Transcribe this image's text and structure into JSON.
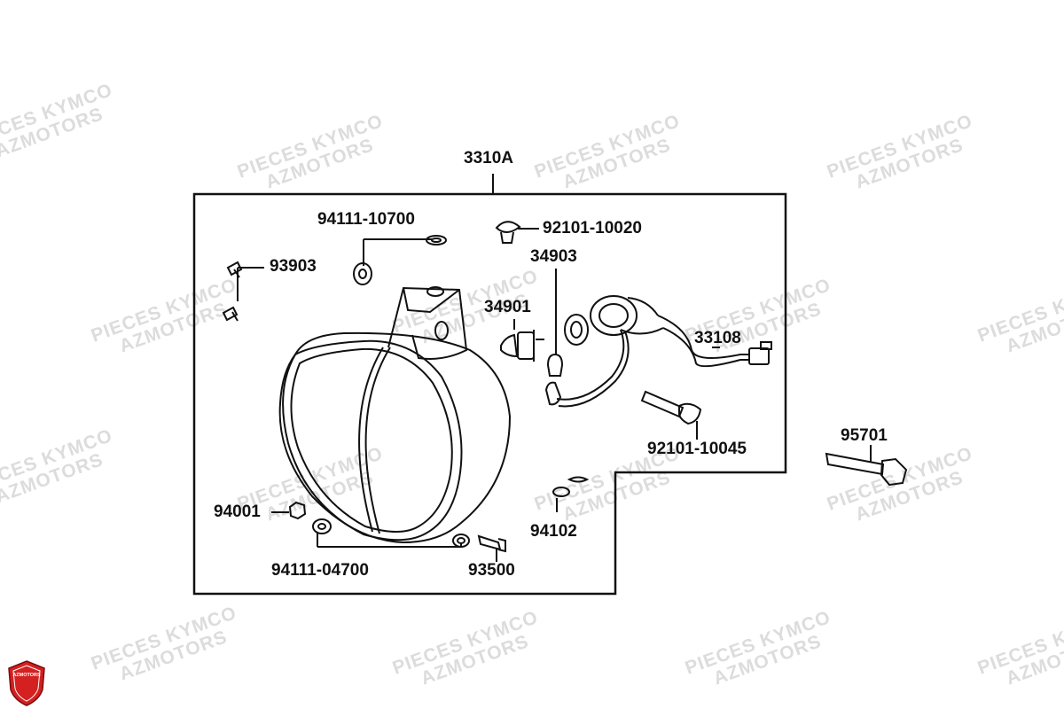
{
  "watermark": {
    "line1": "PIECES KYMCO",
    "line2": "AZMOTORS"
  },
  "logo": {
    "text": "AZMOTORS",
    "color": "#d42020"
  },
  "assembly_label": "3310A",
  "parts": {
    "p94111_10700": "94111-10700",
    "p92101_10020": "92101-10020",
    "p93903": "93903",
    "p34903": "34903",
    "p34901": "34901",
    "p33108": "33108",
    "p92101_10045": "92101-10045",
    "p95701": "95701",
    "p94001": "94001",
    "p94102": "94102",
    "p94111_04700": "94111-04700",
    "p93500": "93500"
  },
  "colors": {
    "line": "#111111",
    "watermark": "#dcdcdc"
  }
}
